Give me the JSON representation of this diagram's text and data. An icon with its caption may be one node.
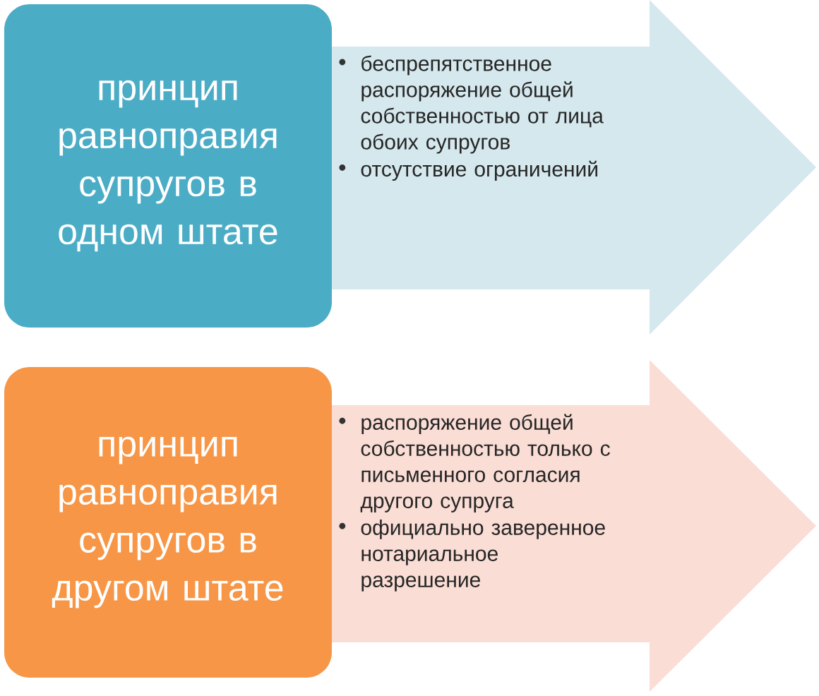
{
  "diagram": {
    "nodes": [
      {
        "text": [
          "принцип равноправия супругов в одном штате"
        ]
      },
      {
        "text": [
          "беспрепятственное распоряжение общей собственностью от лица обоих супругов",
          "отсутствие ограничений"
        ]
      },
      {
        "text": [
          "принцип равноправия супругов в другом штате"
        ]
      },
      {
        "text": [
          "распоряжение общей собственностью только с письменного согласия другого супруга",
          "официально заверенное нотариальное разрешение"
        ]
      }
    ]
  }
}
